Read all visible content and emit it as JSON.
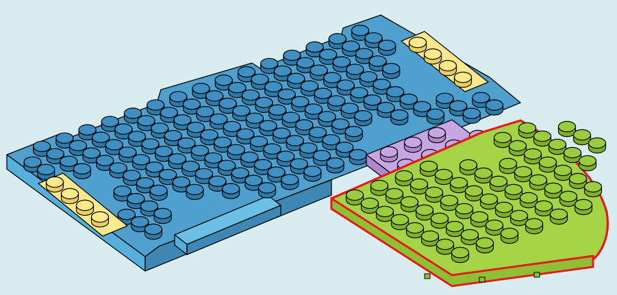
{
  "scene": {
    "description_free": true,
    "colors": {
      "background": "#d9ecef",
      "blue_plate": "#4fa0cf",
      "blue_plate_side": "#3f88b6",
      "blue_plate_front": "#57b0db",
      "stud_top": "#3f8fc3",
      "stud_side": "#2f79a8",
      "yellow_tile": "#fde98b",
      "yellow_tile_dark": "#e8cf63",
      "purple_plate": "#c7a6e3",
      "purple_plate_side": "#ad88cc",
      "green_plate": "#a4d446",
      "green_plate_side": "#8fbf35",
      "green_stud": "#9acd3d",
      "green_stud_side": "#7faf2a",
      "highlight_outline": "#e51b1b",
      "outline": "#000000"
    },
    "parts": [
      {
        "name": "blue-base-plate",
        "kind": "plate",
        "color_key": "blue_plate"
      },
      {
        "name": "yellow-tile-front-left",
        "kind": "tile",
        "color_key": "yellow_tile"
      },
      {
        "name": "yellow-tile-back-right",
        "kind": "tile",
        "color_key": "yellow_tile"
      },
      {
        "name": "purple-plate",
        "kind": "plate",
        "color_key": "purple_plate"
      },
      {
        "name": "green-quarter-round-plate",
        "kind": "plate",
        "color_key": "green_plate",
        "highlighted": true
      },
      {
        "name": "front-smooth-tile",
        "kind": "tile",
        "color_key": "blue_plate"
      }
    ]
  }
}
